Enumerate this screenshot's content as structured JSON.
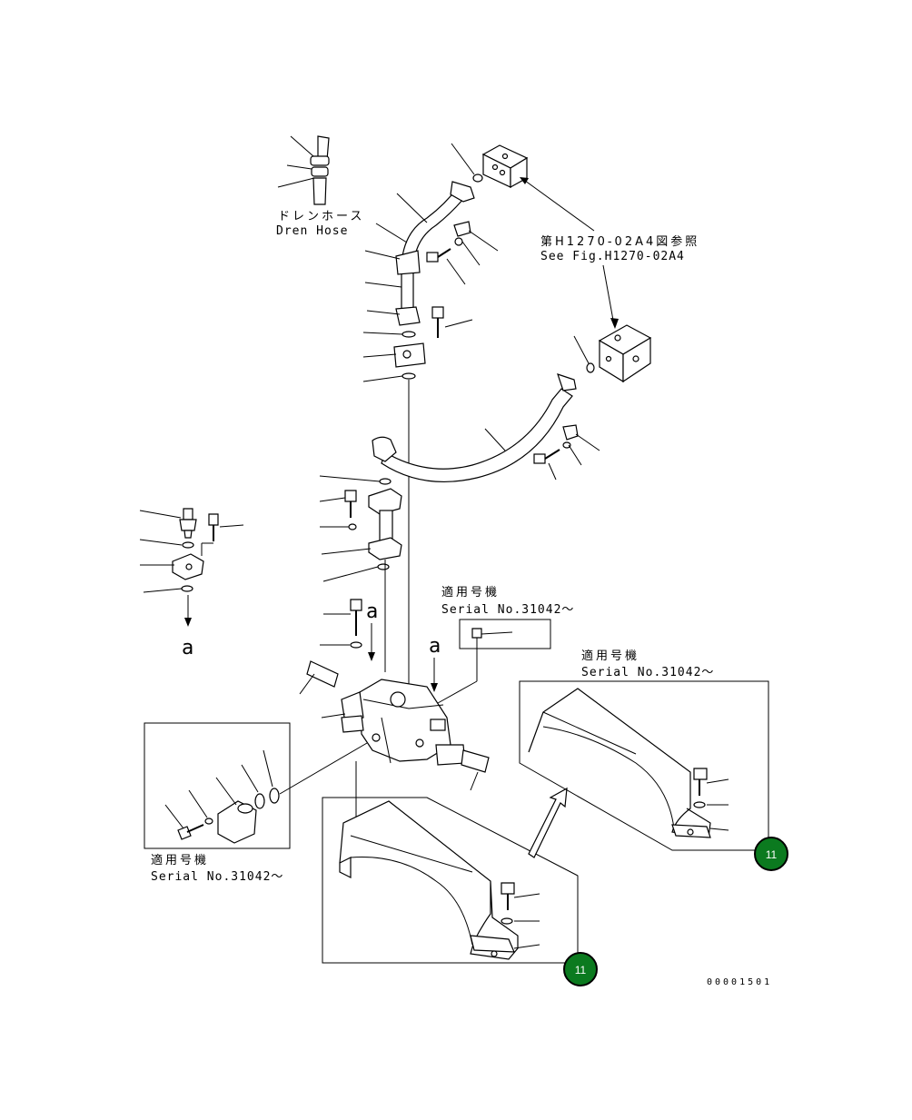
{
  "labels": {
    "drain_hose_jp": "ドレンホース",
    "drain_hose_en": "Dren Hose",
    "see_fig_jp": "第H1270-02A4図参照",
    "see_fig_en": "See Fig.H1270-02A4",
    "applicable_jp": "適用号機",
    "serial_range": "Serial No.31042～",
    "arrow_letter": "a",
    "drawing_number": "00001501"
  },
  "callouts": [
    {
      "badge_label": "11"
    },
    {
      "badge_label": "11"
    }
  ],
  "colors": {
    "badge_fill": "#0b7a1f",
    "line": "#000000",
    "background": "#ffffff"
  }
}
